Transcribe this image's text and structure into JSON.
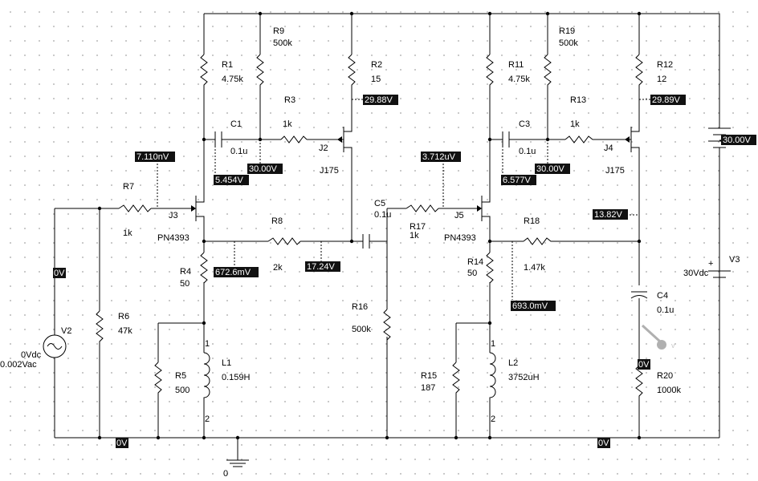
{
  "components": {
    "R1": {
      "ref": "R1",
      "value": "4.75k"
    },
    "R2": {
      "ref": "R2",
      "value": "15"
    },
    "R3": {
      "ref": "R3",
      "value": "1k"
    },
    "R4": {
      "ref": "R4",
      "value": "50"
    },
    "R5": {
      "ref": "R5",
      "value": "500"
    },
    "R6": {
      "ref": "R6",
      "value": "47k"
    },
    "R7": {
      "ref": "R7",
      "value": "1k"
    },
    "R8": {
      "ref": "R8",
      "value": "2k"
    },
    "R9": {
      "ref": "R9",
      "value": "500k"
    },
    "R11": {
      "ref": "R11",
      "value": "4.75k"
    },
    "R12": {
      "ref": "R12",
      "value": "12"
    },
    "R13": {
      "ref": "R13",
      "value": "1k"
    },
    "R14": {
      "ref": "R14",
      "value": "50"
    },
    "R15": {
      "ref": "R15",
      "value": "187"
    },
    "R16": {
      "ref": "R16",
      "value": "500k"
    },
    "R17": {
      "ref": "R17",
      "value": "1k"
    },
    "R18": {
      "ref": "R18",
      "value": "1.47k"
    },
    "R19": {
      "ref": "R19",
      "value": "500k"
    },
    "R20": {
      "ref": "R20",
      "value": "1000k"
    },
    "C1": {
      "ref": "C1",
      "value": "0.1u"
    },
    "C3": {
      "ref": "C3",
      "value": "0.1u"
    },
    "C4": {
      "ref": "C4",
      "value": "0.1u"
    },
    "C5": {
      "ref": "C5",
      "value": "0.1u"
    },
    "L1": {
      "ref": "L1",
      "value": "0.159H",
      "pin1": "1",
      "pin2": "2"
    },
    "L2": {
      "ref": "L2",
      "value": "3752uH",
      "pin1": "1",
      "pin2": "2"
    },
    "J2": {
      "ref": "J2",
      "model": "J175"
    },
    "J3": {
      "ref": "J3",
      "model": "PN4393"
    },
    "J4": {
      "ref": "J4",
      "model": "J175"
    },
    "J5": {
      "ref": "J5",
      "model": "PN4393"
    },
    "V2": {
      "ref": "V2",
      "dc": "0Vdc",
      "ac": "0.002Vac"
    },
    "V3": {
      "ref": "V3",
      "dc": "30Vdc",
      "plus": "+"
    },
    "ground": {
      "label": "0"
    }
  },
  "voltage_markers": {
    "j2_source": "29.88V",
    "j4_source": "29.89V",
    "v3_node": "30.00V",
    "j3_gate": "7.110nV",
    "c1_left": "5.454V",
    "c1_right": "30.00V",
    "c5_input": "3.712uV",
    "c3_left": "6.577V",
    "c3_right": "30.00V",
    "j4_drain": "13.82V",
    "j3_source": "672.6mV",
    "r8_right": "17.24V",
    "j5_source": "693.0mV",
    "input_node": "0V",
    "ground_left": "0V",
    "ground_right": "0V",
    "r20_top": "0V"
  },
  "colors": {
    "background": "#ffffff",
    "grid_dot": "#b9b9b9",
    "wire": "#000000",
    "marker_bg": "#111111",
    "marker_text": "#ffffff",
    "probe": "#b0b0b0"
  },
  "icons": {
    "probe": "voltage-probe-icon",
    "ground": "ground-icon"
  }
}
